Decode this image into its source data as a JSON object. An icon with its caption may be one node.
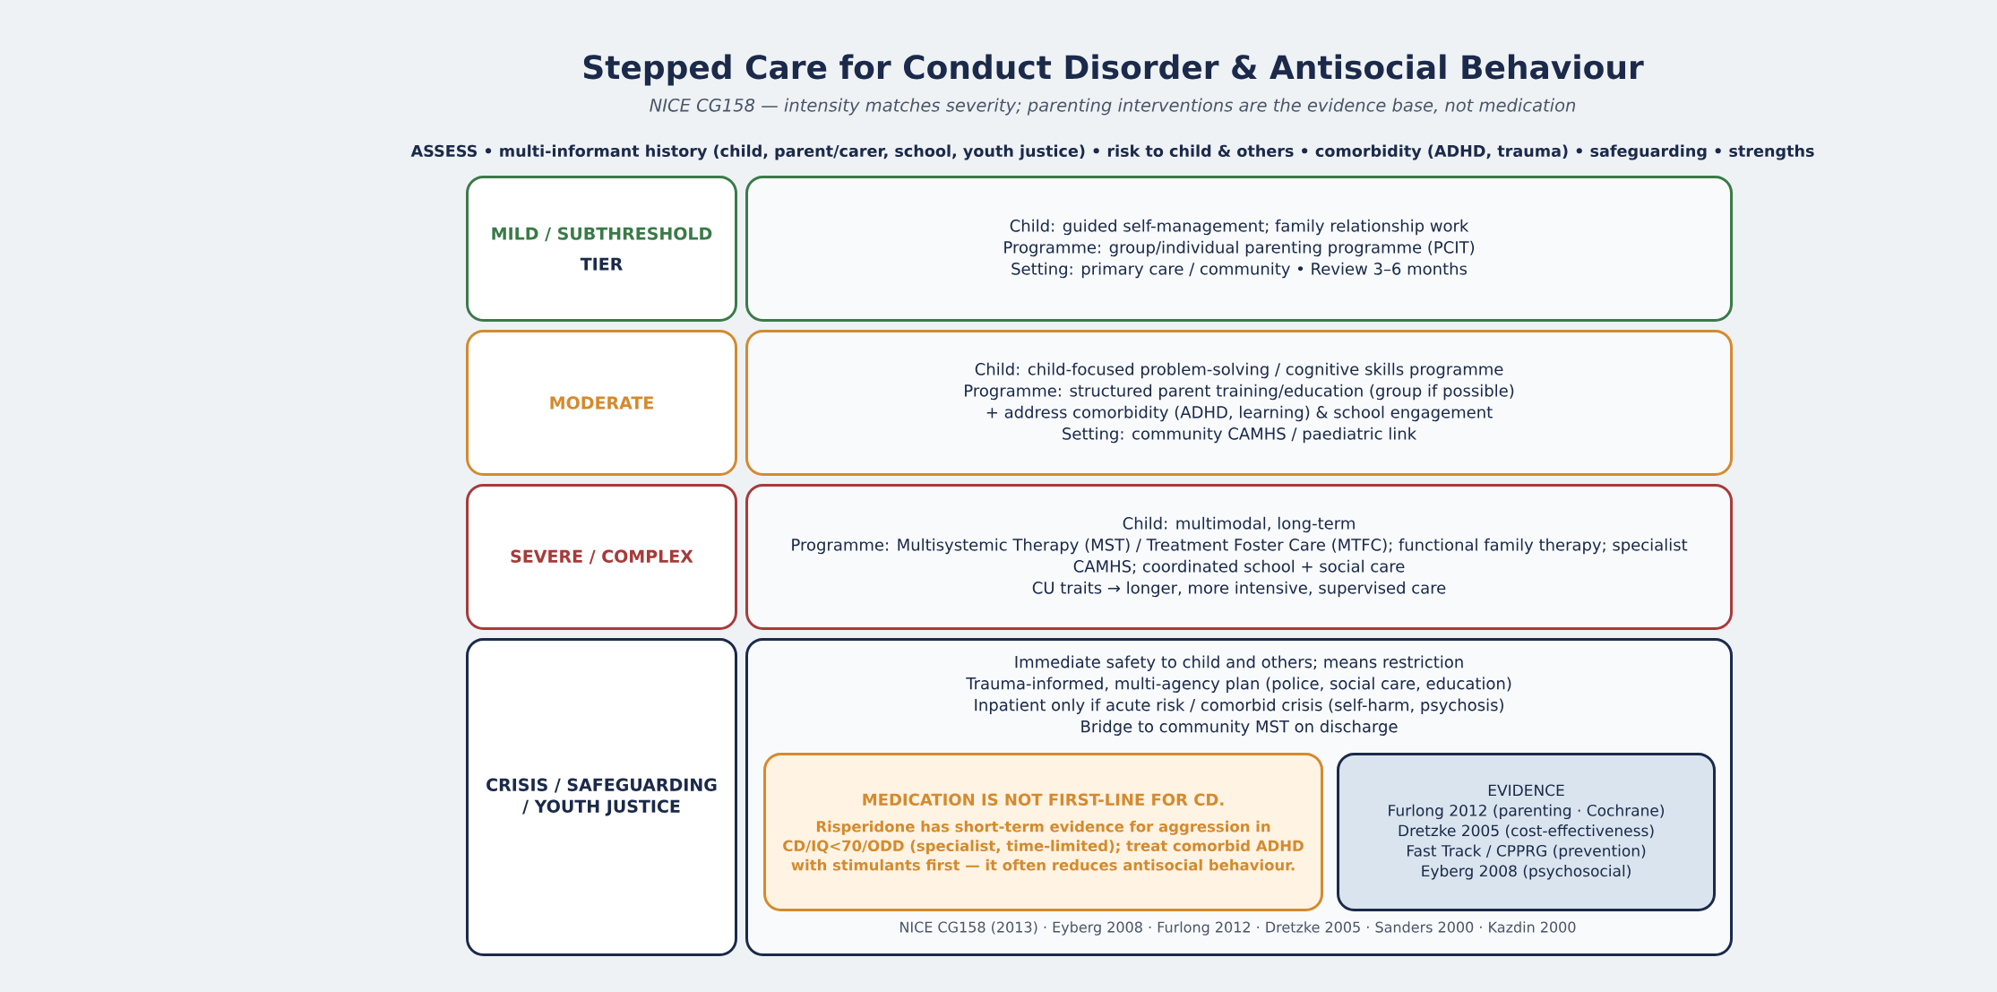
{
  "diagram": {
    "title": "Stepped Care for Conduct Disorder & Antisocial Behaviour",
    "nodes": [
      {
        "text": [
          "MILD / SUBTHRESHOLD",
          "TIER"
        ]
      },
      {
        "text": [
          "Child: guided self-management; family relationship work",
          "Programme: group/individual parenting programme (PCIT)",
          "Setting: primary care / community • Review 3–6 months"
        ]
      },
      {
        "text": [
          "MODERATE"
        ]
      },
      {
        "text": [
          "Child: child-focused problem-solving / cognitive skills programme",
          "Programme: structured parent training/education (group if possible)",
          "+ address comorbidity (ADHD, learning) & school engagement",
          "Setting: community CAMHS / paediatric link"
        ]
      },
      {
        "text": [
          "SEVERE / COMPLEX"
        ]
      },
      {
        "text": [
          "Child: multimodal, long-term",
          "Programme: Multisystemic Therapy (MST) / Treatment Foster Care (MTFC); functional family therapy; specialist CAMHS; coordinated school + social care",
          "CU traits → longer, more intensive, supervised care"
        ]
      },
      {
        "text": [
          "CRISIS / SAFEGUARDING / YOUTH JUSTICE"
        ]
      },
      {
        "text": [
          "Immediate safety to child and others; means restriction",
          "Trauma-informed, multi-agency plan (police, social care, education)",
          "Inpatient only if acute risk / comorbid crisis (self-harm, psychosis)",
          "Bridge to community MST on discharge"
        ]
      },
      {
        "text": [
          "MEDICATION IS NOT FIRST-LINE FOR CD.",
          "Risperidone has short-term evidence for aggression in CD/IQ<70/ODD (specialist, time-limited); treat comorbid ADHD with stimulants first — it often reduces antisocial behaviour."
        ],
        "in": 7
      },
      {
        "text": [
          "EVIDENCE",
          "Furlong 2012 (parenting · Cochrane)",
          "Dretzke 2005 (cost-effectiveness)",
          "Fast Track / CPPRG (prevention)",
          "Eyberg 2008 (psychosocial)"
        ],
        "in": 7
      }
    ],
    "labels": [
      "NICE CG158 — intensity matches severity; parenting interventions are the evidence base, not medication",
      "ASSESS • multi-informant history (child, parent/carer, school, youth justice) • risk to child & others • comorbidity (ADHD, trauma) • safeguarding • strengths",
      "NICE CG158 (2013) · Eyberg 2008 · Furlong 2012 · Dretzke 2005 · Sanders 2000 · Kazdin 2000"
    ]
  }
}
